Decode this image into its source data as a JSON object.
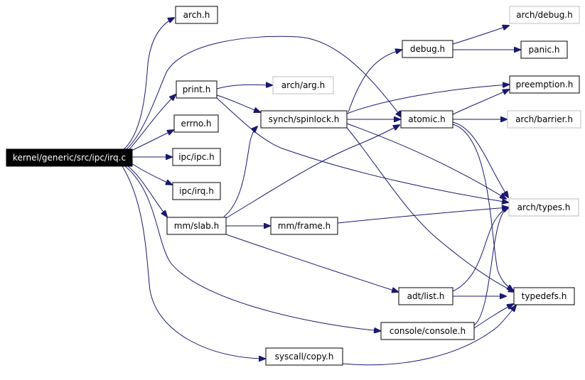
{
  "graph": {
    "colors": {
      "edge": "#191970",
      "root_fill": "#000000",
      "root_text": "#ffffff",
      "linked_border": "#000000",
      "linked_text": "#000000",
      "unlinked_border": "#bfbfbf",
      "unlinked_text": "#000000",
      "background": "#ffffff"
    },
    "nodes": {
      "irq_c": "kernel/generic/src/ipc/irq.c",
      "arch_h": "arch.h",
      "print_h": "print.h",
      "errno_h": "errno.h",
      "ipc_ipc_h": "ipc/ipc.h",
      "ipc_irq_h": "ipc/irq.h",
      "mm_slab_h": "mm/slab.h",
      "arch_arg_h": "arch/arg.h",
      "synch_spinlock_h": "synch/spinlock.h",
      "mm_frame_h": "mm/frame.h",
      "debug_h": "debug.h",
      "atomic_h": "atomic.h",
      "adt_list_h": "adt/list.h",
      "console_console_h": "console/console.h",
      "syscall_copy_h": "syscall/copy.h",
      "arch_debug_h": "arch/debug.h",
      "panic_h": "panic.h",
      "preemption_h": "preemption.h",
      "arch_barrier_h": "arch/barrier.h",
      "arch_types_h": "arch/types.h",
      "typedefs_h": "typedefs.h"
    }
  }
}
